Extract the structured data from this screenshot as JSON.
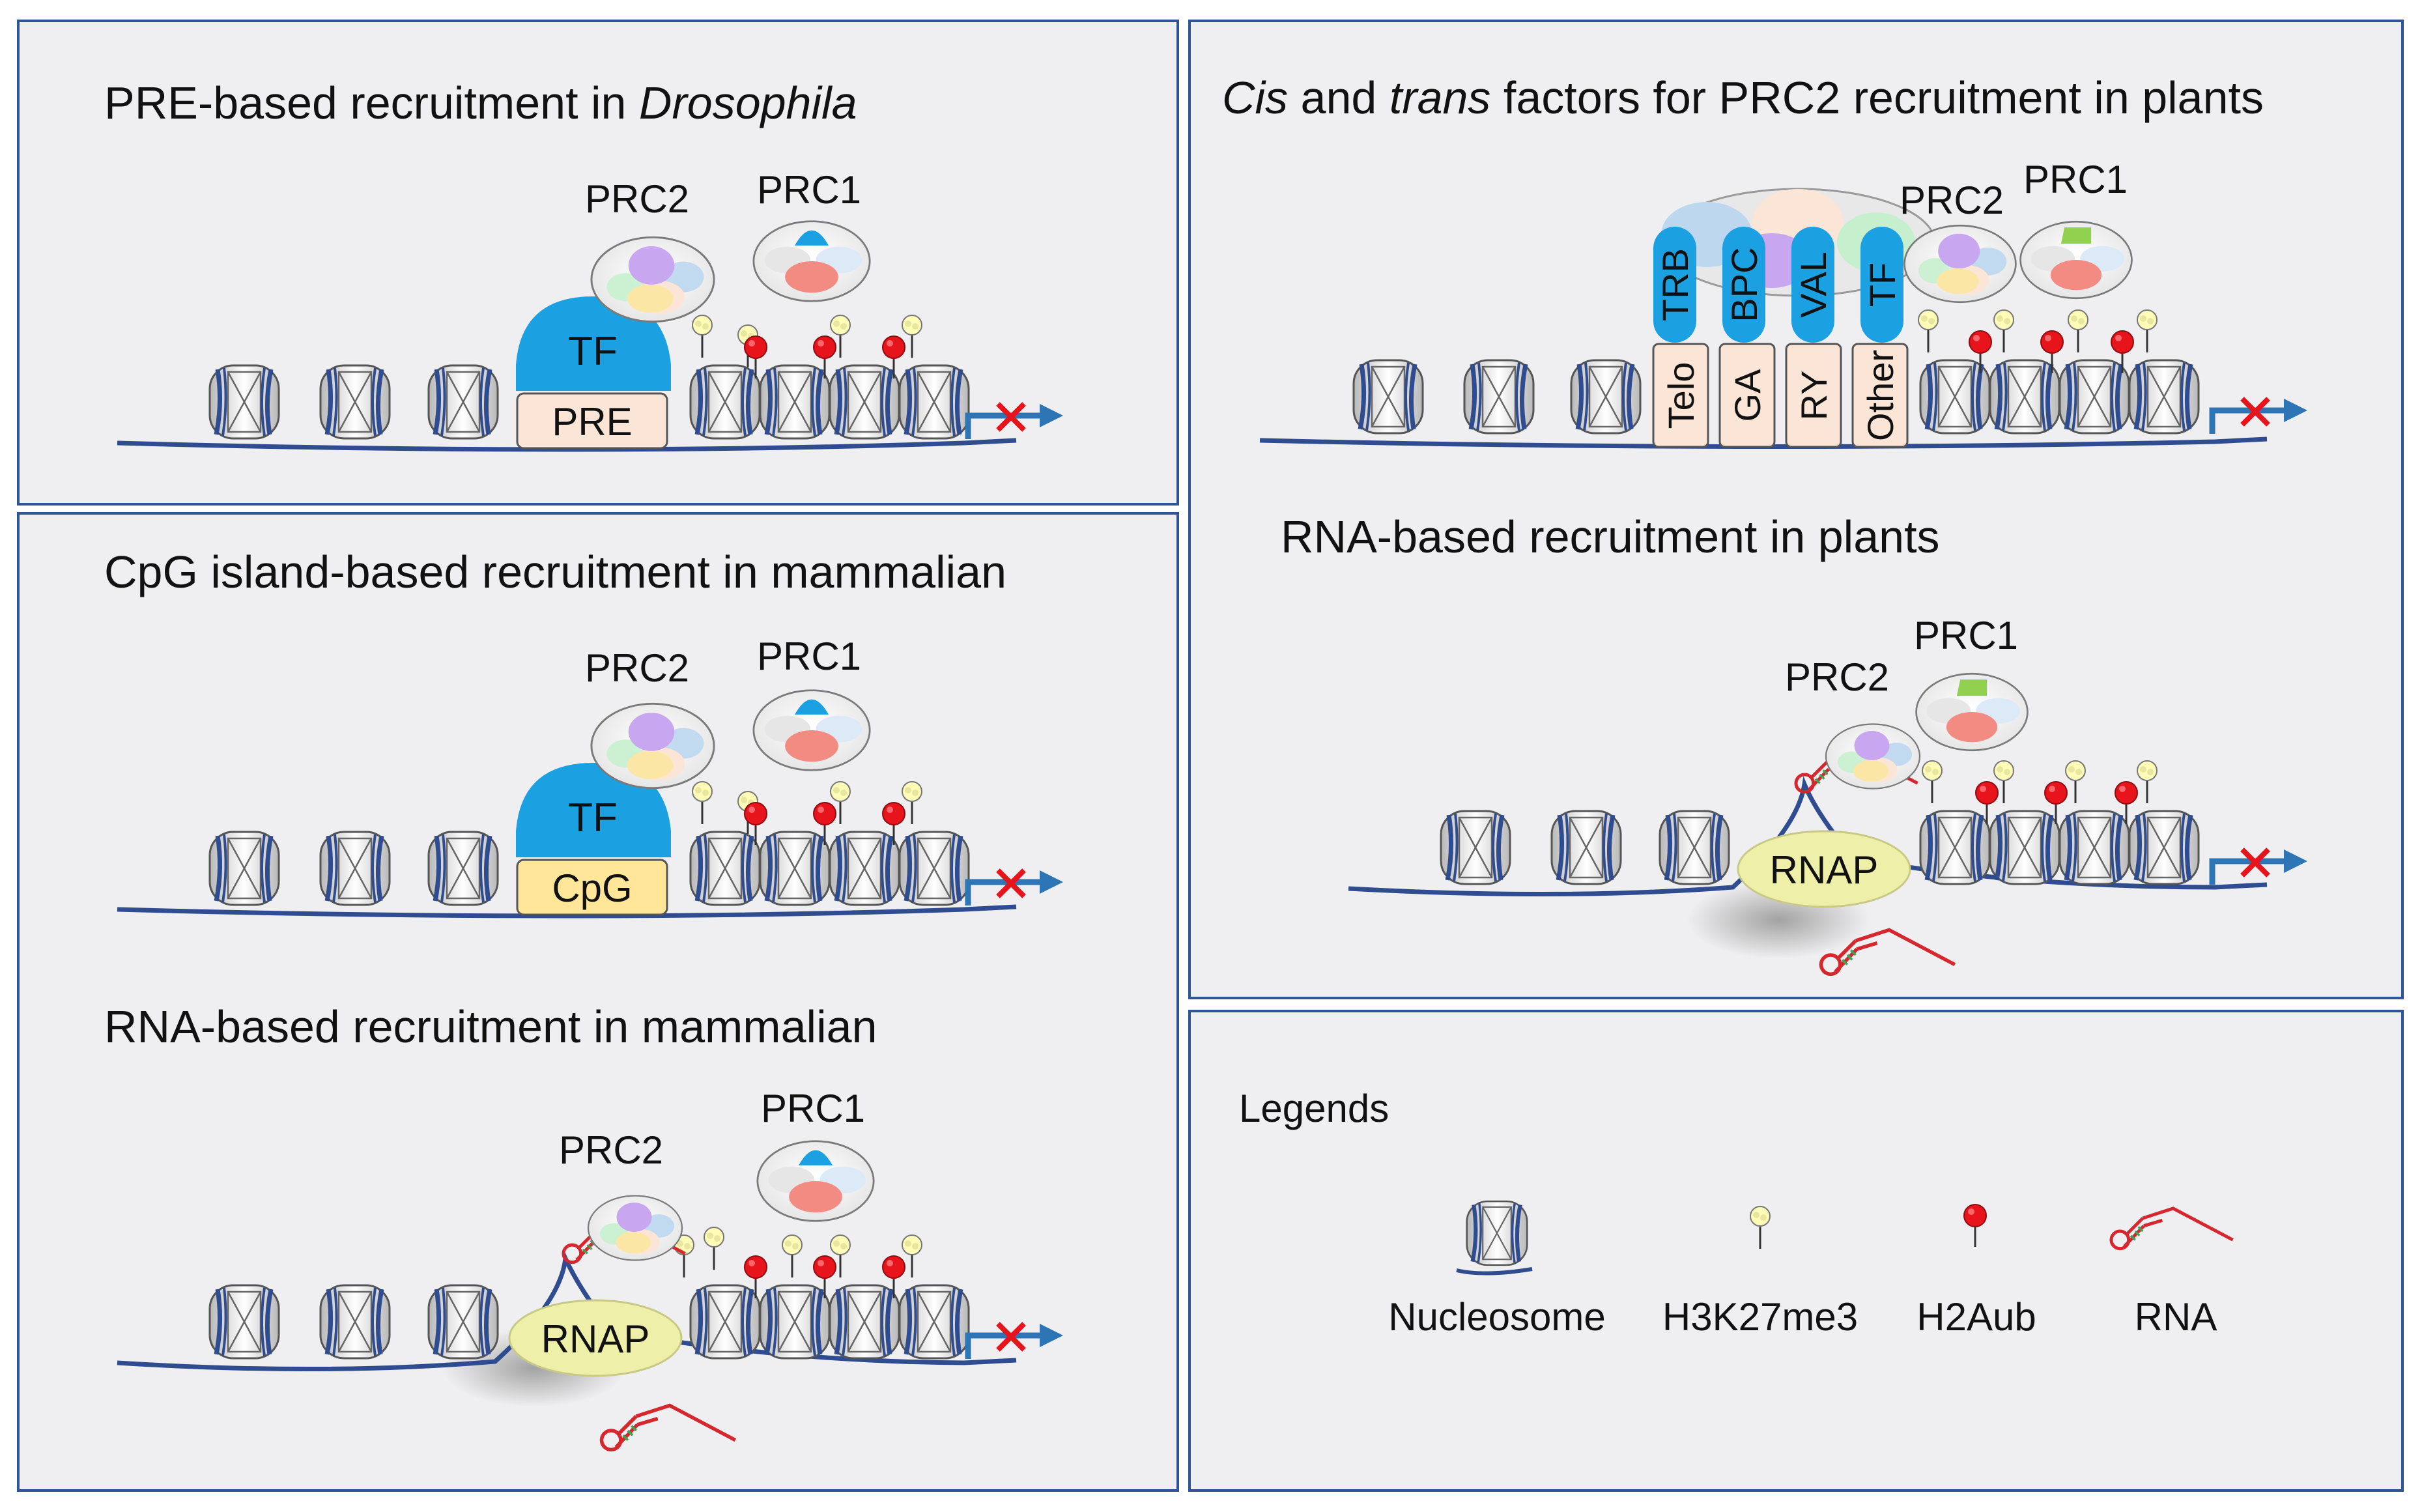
{
  "panels": {
    "pre": {
      "title_plain": "PRE-based recruitment in ",
      "title_italic": "Drosophila",
      "prc2": "PRC2",
      "prc1": "PRC1",
      "tf": "TF",
      "element": "PRE"
    },
    "cpg": {
      "title": "CpG island-based recruitment in mammalian",
      "prc2": "PRC2",
      "prc1": "PRC1",
      "tf": "TF",
      "element": "CpG"
    },
    "rna_mammal": {
      "title": "RNA-based recruitment in mammalian",
      "prc2": "PRC2",
      "prc1": "PRC1",
      "rnap": "RNAP"
    },
    "plants_cis": {
      "title_italic_1": "Cis",
      "title_mid": " and ",
      "title_italic_2": "trans",
      "title_rest": " factors for PRC2 recruitment in plants",
      "prc2": "PRC2",
      "prc1": "PRC1",
      "factors": [
        "TRB",
        "BPC",
        "VAL",
        "TF"
      ],
      "elements": [
        "Telo",
        "GA",
        "RY",
        "Other"
      ]
    },
    "rna_plant": {
      "title": "RNA-based recruitment in plants",
      "prc2": "PRC2",
      "prc1": "PRC1",
      "rnap": "RNAP"
    },
    "legend": {
      "title": "Legends",
      "items": [
        "Nucleosome",
        "H3K27me3",
        "H2Aub",
        "RNA"
      ]
    }
  },
  "colors": {
    "panel_bg": "#efeff1",
    "panel_border": "#2f5597",
    "dna": "#2e4c8f",
    "tf_blue": "#1ba1e2",
    "pre_box": "#fbe5d6",
    "cpg_box": "#ffe699",
    "rnap": "#eeefa8",
    "h2aub": "#e8141c",
    "h3k27": "#fffcb8",
    "rna": "#d6272f",
    "prc1_green": "#92d050",
    "repress_x": "#e8141c",
    "arrow": "#2e75b6"
  }
}
